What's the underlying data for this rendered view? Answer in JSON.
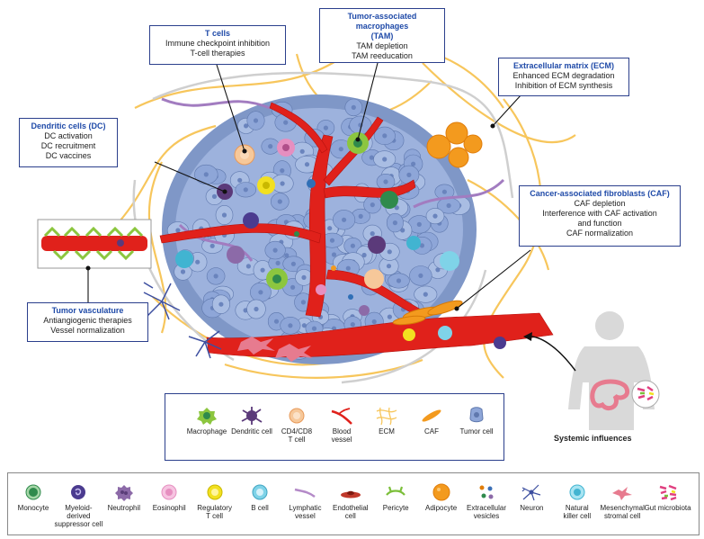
{
  "callouts": {
    "t_cells": {
      "title": "T cells",
      "lines": [
        "Immune checkpoint inhibition",
        "T-cell therapies"
      ]
    },
    "tam": {
      "title": "Tumor-associated macrophages\n(TAM)",
      "title1": "Tumor-associated macrophages",
      "title2": "(TAM)",
      "lines": [
        "TAM depletion",
        "TAM reeducation"
      ]
    },
    "ecm": {
      "title": "Extracellular matrix (ECM)",
      "lines": [
        "Enhanced ECM degradation",
        "Inhibition of ECM synthesis"
      ]
    },
    "dc": {
      "title": "Dendritic cells (DC)",
      "lines": [
        "DC activation",
        "DC recruitment",
        "DC vaccines"
      ]
    },
    "caf": {
      "title": "Cancer-associated fibroblasts (CAF)",
      "lines": [
        "CAF depletion",
        "Interference with CAF activation",
        "and function",
        "CAF normalization"
      ]
    },
    "vasculature": {
      "title": "Tumor vasculature",
      "lines": [
        "Antiangiogenic therapies",
        "Vessel normalization"
      ]
    }
  },
  "systemic_label": "Systemic influences",
  "legend_top": [
    {
      "icon": "macrophage-icon",
      "label": [
        "Macrophage"
      ],
      "color": "#8cc63f"
    },
    {
      "icon": "dendritic-cell-icon",
      "label": [
        "Dendritic cell"
      ],
      "color": "#5b3a7a"
    },
    {
      "icon": "t-cell-icon",
      "label": [
        "CD4/CD8",
        "T cell"
      ],
      "color": "#f6c89a"
    },
    {
      "icon": "blood-vessel-icon",
      "label": [
        "Blood",
        "vessel"
      ],
      "color": "#e0211b"
    },
    {
      "icon": "ecm-icon",
      "label": [
        "ECM"
      ],
      "color": "#f7c65c"
    },
    {
      "icon": "caf-icon",
      "label": [
        "CAF"
      ],
      "color": "#f39a1e"
    },
    {
      "icon": "tumor-cell-icon",
      "label": [
        "Tumor cell"
      ],
      "color": "#8ea6d8"
    }
  ],
  "legend_bottom": [
    {
      "icon": "monocyte-icon",
      "label": [
        "Monocyte"
      ],
      "color": "#2f8a4c"
    },
    {
      "icon": "mdsc-icon",
      "label": [
        "Myeloid-",
        "derived",
        "suppressor cell"
      ],
      "color": "#4b3b8f"
    },
    {
      "icon": "neutrophil-icon",
      "label": [
        "Neutrophil"
      ],
      "color": "#8c6aa8"
    },
    {
      "icon": "eosinophil-icon",
      "label": [
        "Eosinophil"
      ],
      "color": "#e68fc0"
    },
    {
      "icon": "regulatory-t-cell-icon",
      "label": [
        "Regulatory",
        "T cell"
      ],
      "color": "#f2e020"
    },
    {
      "icon": "b-cell-icon",
      "label": [
        "B cell"
      ],
      "color": "#7fd3e8"
    },
    {
      "icon": "lymphatic-vessel-icon",
      "label": [
        "Lymphatic",
        "vessel"
      ],
      "color": "#b48ac8"
    },
    {
      "icon": "endothelial-cell-icon",
      "label": [
        "Endothelial",
        "cell"
      ],
      "color": "#c0392b"
    },
    {
      "icon": "pericyte-icon",
      "label": [
        "Pericyte"
      ],
      "color": "#7cbf3a"
    },
    {
      "icon": "adipocyte-icon",
      "label": [
        "Adipocyte"
      ],
      "color": "#f39a1e"
    },
    {
      "icon": "extracellular-vesicles-icon",
      "label": [
        "Extracellular",
        "vesicles"
      ],
      "color": "#3b6fb6"
    },
    {
      "icon": "neuron-icon",
      "label": [
        "Neuron"
      ],
      "color": "#3d4fa0"
    },
    {
      "icon": "natural-killer-cell-icon",
      "label": [
        "Natural",
        "killer cell"
      ],
      "color": "#41b4d1"
    },
    {
      "icon": "mesenchymal-stromal-cell-icon",
      "label": [
        "Mesenchymal",
        "stromal cell"
      ],
      "color": "#e77b8f"
    },
    {
      "icon": "gut-microbiota-icon",
      "label": [
        "Gut microbiota"
      ],
      "color": "#e04080"
    }
  ]
}
